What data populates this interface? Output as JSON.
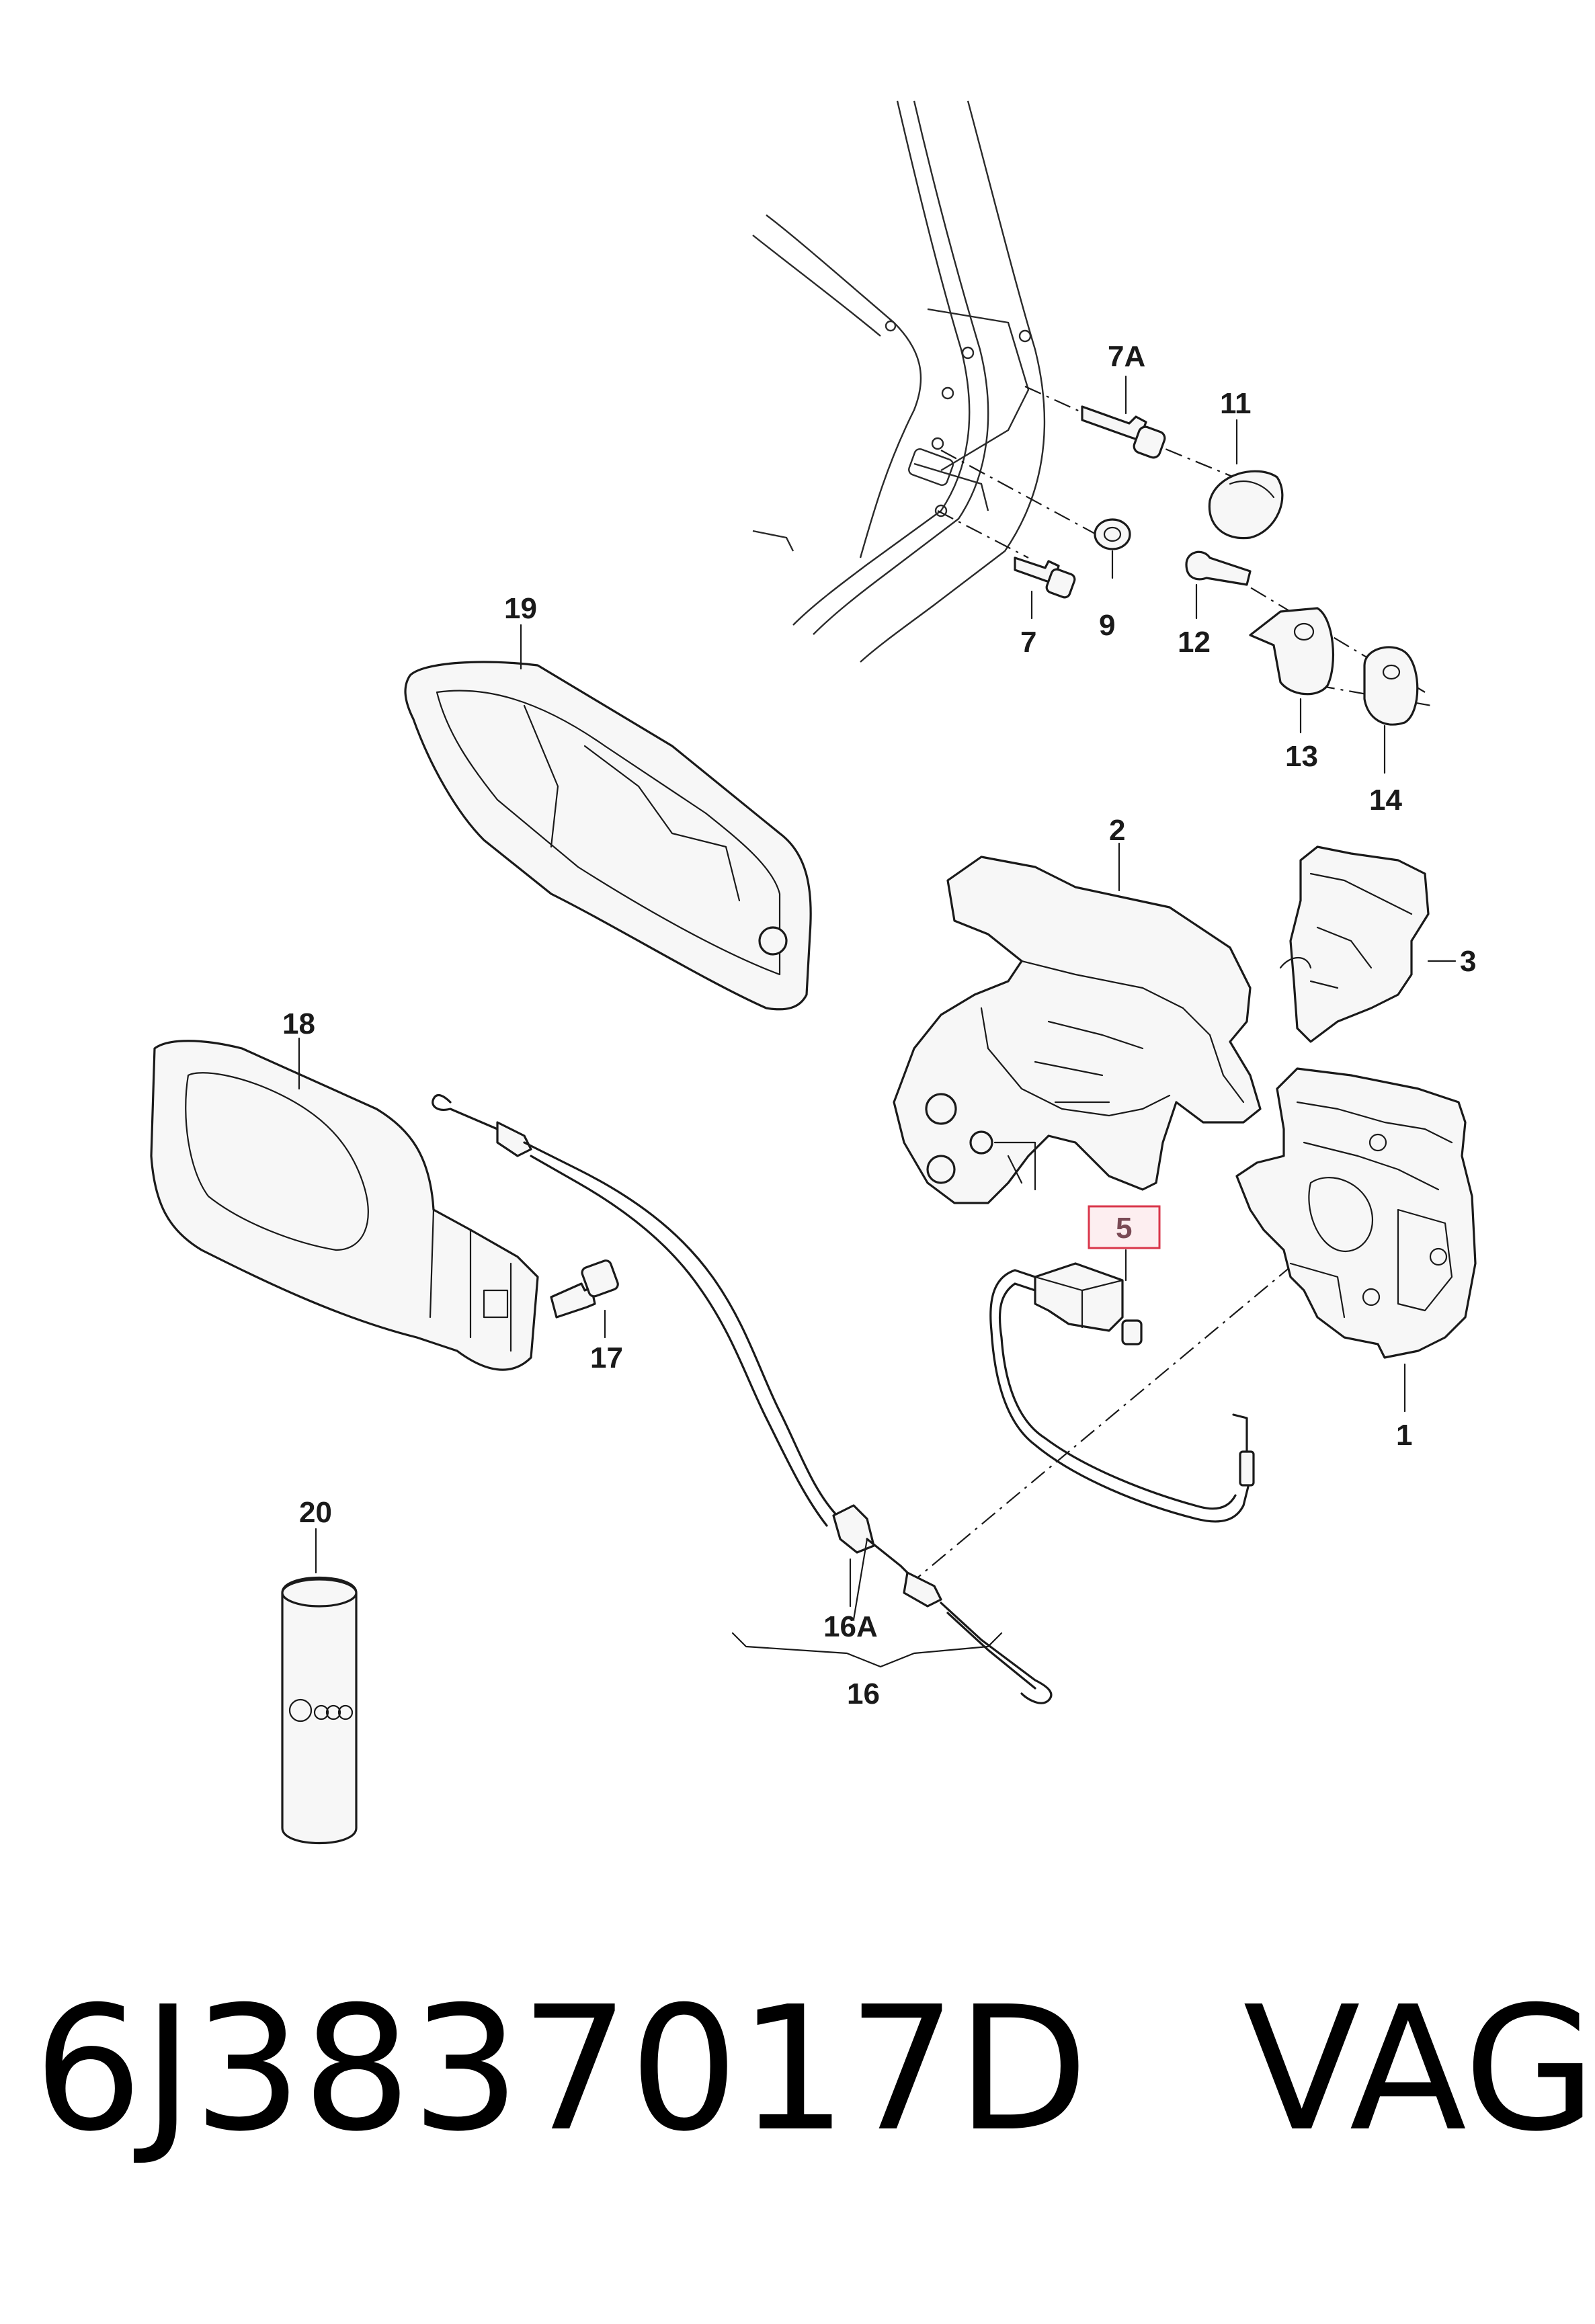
{
  "footer": {
    "part_number": "6J3837017D",
    "brand": "VAG"
  },
  "callouts": {
    "c1": "1",
    "c2": "2",
    "c3": "3",
    "c5": "5",
    "c7": "7",
    "c7a": "7A",
    "c9": "9",
    "c11": "11",
    "c12": "12",
    "c13": "13",
    "c14": "14",
    "c16": "16",
    "c16a": "16A",
    "c17": "17",
    "c18": "18",
    "c19": "19",
    "c20": "20"
  },
  "highlighted_callout": "5",
  "colors": {
    "highlight_border": "#d9364a",
    "highlight_fill": "#fdeef0"
  }
}
